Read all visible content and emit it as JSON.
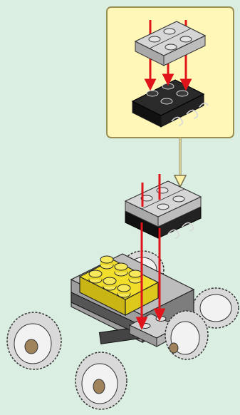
{
  "colors": {
    "background": "#dbeee2",
    "callout_fill": "#fff7b8",
    "callout_border": "#9a8e53",
    "arrow_red": "#e0141b",
    "brick_light_gray": "#c8c8c8",
    "brick_dark": "#1a1a1a",
    "brick_yellow": "#f0de2b",
    "outline": "#222222"
  },
  "icons": {
    "down_arrow": "red-down-arrow-icon",
    "connector_arrow": "yellow-connector-arrow-icon"
  },
  "steps": {
    "callout": {
      "top_part": "light-gray-plate-pair",
      "bottom_part": "black-plate-with-clips"
    },
    "assembly": {
      "subassembly": "gray-plates-on-black-clip-plate",
      "vehicle": "four-wheel-chassis-with-yellow-brick"
    }
  }
}
